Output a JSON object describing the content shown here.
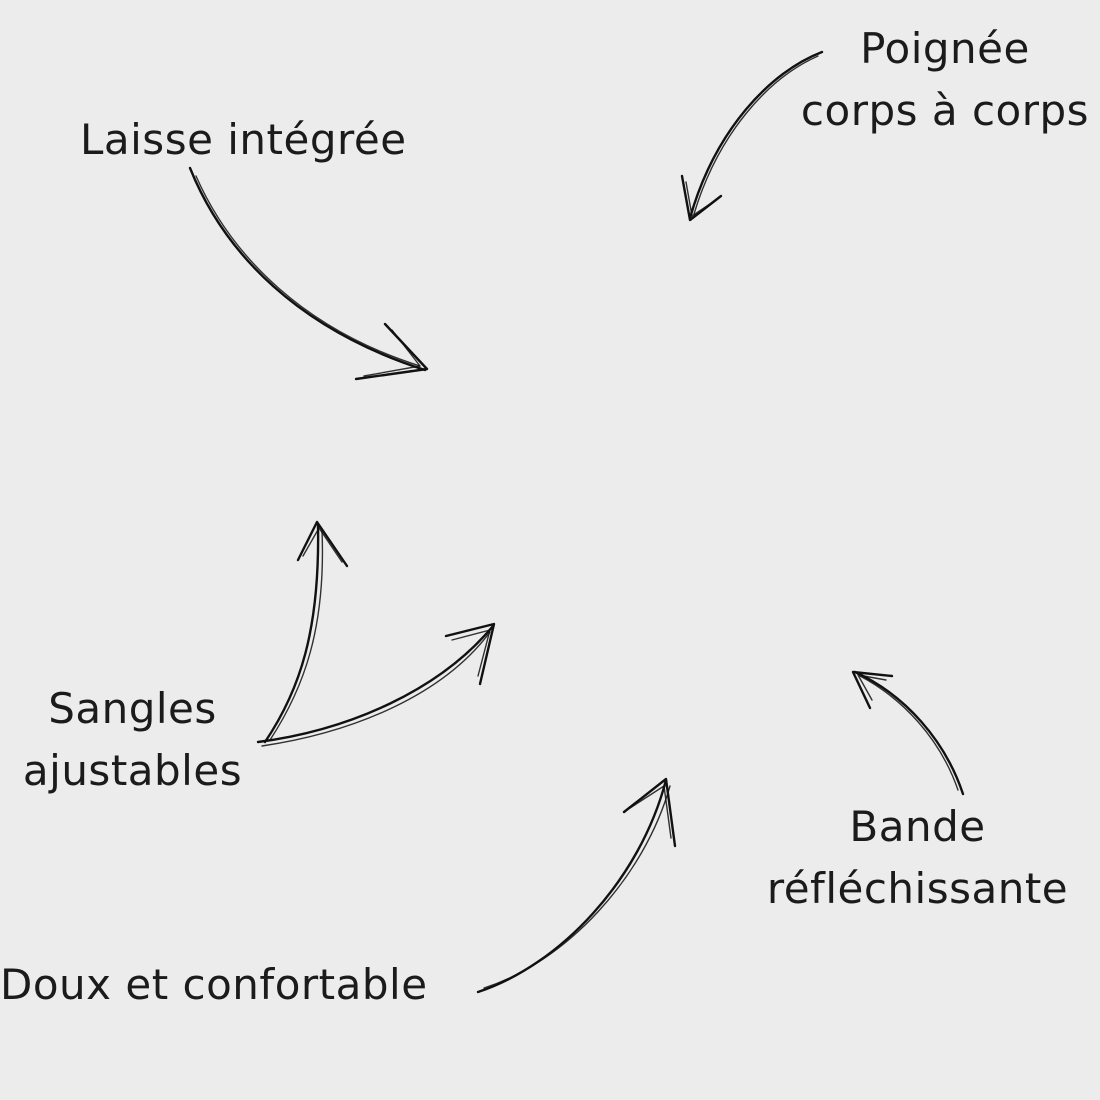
{
  "labels": {
    "poignee": {
      "line1": "Poignée",
      "line2": "corps à corps"
    },
    "laisse": "Laisse intégrée",
    "sangles": {
      "line1": "Sangles",
      "line2": "ajustables"
    },
    "bande": {
      "line1": "Bande",
      "line2": "réfléchissante"
    },
    "doux": "Doux et confortable"
  },
  "colors": {
    "background": "#ececec",
    "ink": "#111111"
  }
}
